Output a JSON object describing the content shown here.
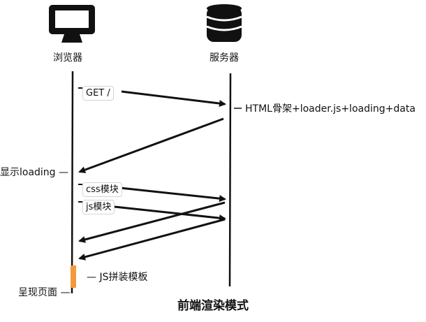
{
  "actors": {
    "browser": {
      "label": "浏览器",
      "icon": "monitor-icon"
    },
    "server": {
      "label": "服务器",
      "icon": "database-icon"
    }
  },
  "messages": {
    "get_request": "GET /",
    "response": "HTML骨架+loader.js+loading+data",
    "css_module": "css模块",
    "js_module": "js模块"
  },
  "annotations": {
    "show_loading": "显示loading —",
    "js_template": "— JS拼装模板",
    "render_page": "呈现页面 —"
  },
  "title": "前端渲染模式",
  "colors": {
    "line": "#111111",
    "highlight": "#f39a3a"
  }
}
